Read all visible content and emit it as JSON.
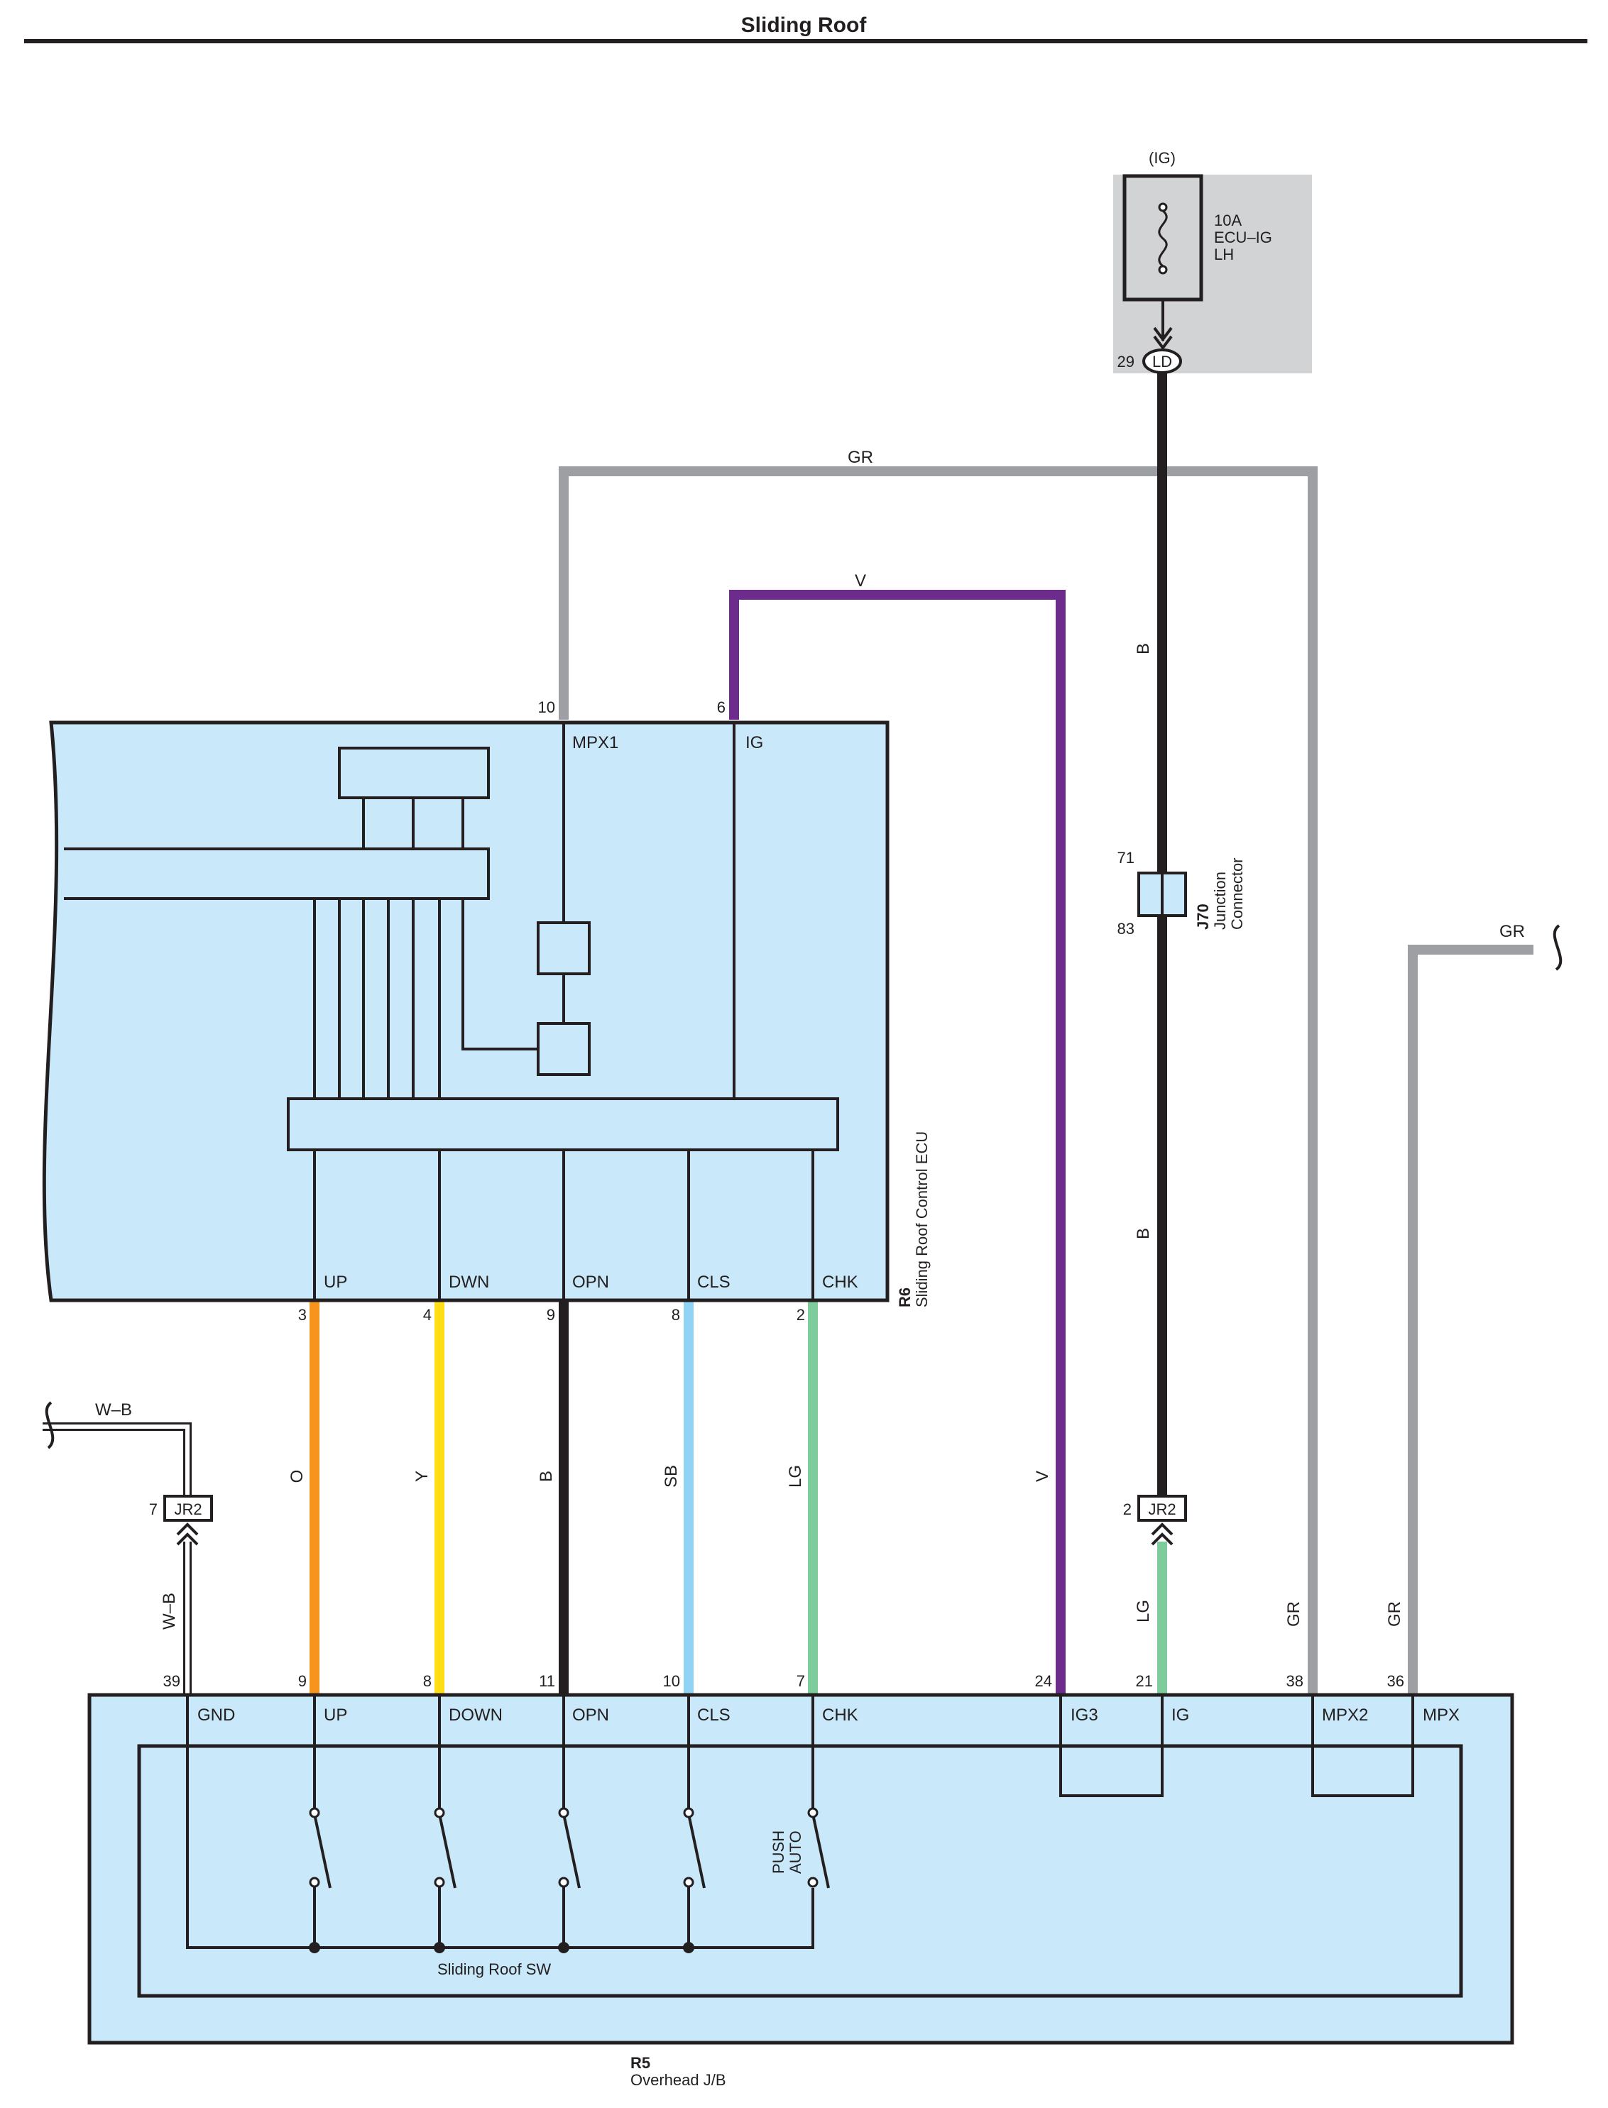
{
  "title": "Sliding Roof",
  "colors": {
    "ecu_fill": "#c9e8f9",
    "fuse_box_fill": "#d1d3d4",
    "wire_GR": "#9d9fa2",
    "wire_V": "#6d2b8e",
    "wire_B": "#231f20",
    "wire_O": "#f7941d",
    "wire_Y": "#ffde17",
    "wire_SB": "#8fd3f5",
    "wire_LG": "#7ecb9b",
    "wire_WB": "#231f20"
  },
  "fuse": {
    "source": "(IG)",
    "rating": "10A",
    "name_line1": "ECU–IG",
    "name_line2": "LH",
    "connector": "LD",
    "pin": "29"
  },
  "junction_connector": {
    "code": "J70",
    "name_line1": "Junction",
    "name_line2": "Connector",
    "pin_top": "71",
    "pin_bottom": "83"
  },
  "ecu": {
    "code": "R6",
    "name": "Sliding Roof Control ECU",
    "top_terminals": [
      {
        "pin": "10",
        "label": "MPX1"
      },
      {
        "pin": "6",
        "label": "IG"
      }
    ],
    "bottom_terminals": [
      {
        "pin": "3",
        "label": "UP"
      },
      {
        "pin": "4",
        "label": "DWN"
      },
      {
        "pin": "9",
        "label": "OPN"
      },
      {
        "pin": "8",
        "label": "CLS"
      },
      {
        "pin": "2",
        "label": "CHK"
      }
    ]
  },
  "jb": {
    "code": "R5",
    "name": "Overhead J/B",
    "switch_name": "Sliding Roof SW",
    "push_auto_line1": "PUSH",
    "push_auto_line2": "AUTO",
    "terminals": [
      {
        "pin": "39",
        "label": "GND"
      },
      {
        "pin": "9",
        "label": "UP"
      },
      {
        "pin": "8",
        "label": "DOWN"
      },
      {
        "pin": "11",
        "label": "OPN"
      },
      {
        "pin": "10",
        "label": "CLS"
      },
      {
        "pin": "7",
        "label": "CHK"
      },
      {
        "pin": "24",
        "label": "IG3"
      },
      {
        "pin": "21",
        "label": "IG"
      },
      {
        "pin": "38",
        "label": "MPX2"
      },
      {
        "pin": "36",
        "label": "MPX"
      }
    ]
  },
  "connectors": {
    "jr2_left": {
      "name": "JR2",
      "pin": "7"
    },
    "jr2_right": {
      "name": "JR2",
      "pin": "2"
    }
  },
  "wire_labels": {
    "gr_top": "GR",
    "v_top": "V",
    "b_upper": "B",
    "b_lower": "B",
    "gr_right": "GR",
    "wb_top": "W–B",
    "wb_vertical": "W–B",
    "o": "O",
    "y": "Y",
    "b_mid": "B",
    "sb": "SB",
    "lg_left": "LG",
    "v_vertical": "V",
    "lg_right": "LG",
    "gr_38": "GR",
    "gr_36": "GR"
  }
}
